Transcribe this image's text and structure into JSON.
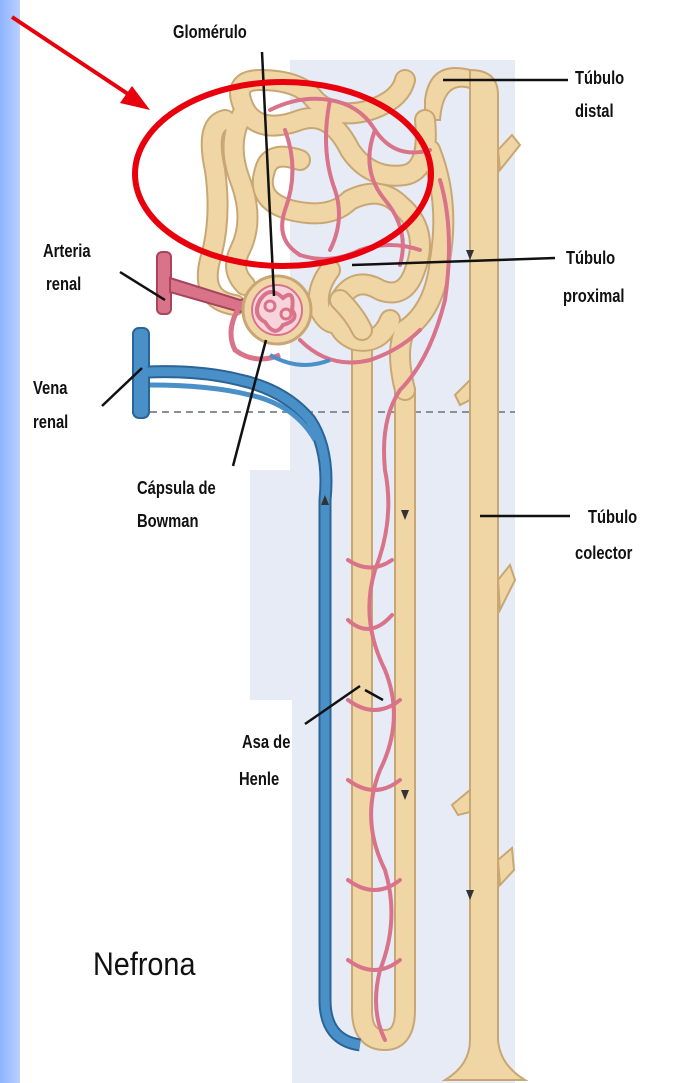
{
  "diagram": {
    "title": "Nefrona",
    "labels": {
      "glomerulo": "Glomérulo",
      "tubulo_distal": [
        "Túbulo",
        "distal"
      ],
      "arteria_renal": [
        "Arteria",
        "renal"
      ],
      "tubulo_proximal": [
        "Túbulo",
        "proximal"
      ],
      "vena_renal": [
        "Vena",
        "renal"
      ],
      "capsula_bowman": [
        "Cápsula de",
        "Bowman"
      ],
      "tubulo_colector": [
        "Túbulo",
        "colector"
      ],
      "asa_henle": [
        "Asa de",
        "Henle"
      ]
    },
    "colors": {
      "tubule": "#f0d6a4",
      "tubule_edge": "#c9a774",
      "artery": "#d9738a",
      "vein": "#4a90c8",
      "highlight": "#e8000c",
      "medulla_shade": "#e6ebf5"
    }
  }
}
